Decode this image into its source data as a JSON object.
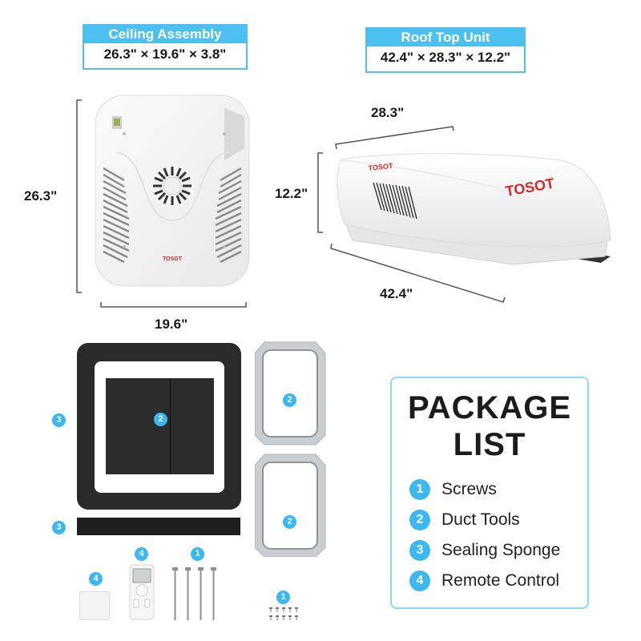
{
  "ceiling_assembly": {
    "title": "Ceiling Assembly",
    "dimensions": "26.3\" × 19.6\" × 3.8\"",
    "height_label": "26.3\"",
    "width_label": "19.6\"",
    "brand": "TOSOT"
  },
  "roof_top_unit": {
    "title": "Roof Top Unit",
    "dimensions": "42.4\" × 28.3\" × 12.2\"",
    "depth_label": "28.3\"",
    "height_label": "12.2\"",
    "length_label": "42.4\"",
    "brand": "TOSOT"
  },
  "package_list": {
    "title_line1": "PACKAGE",
    "title_line2": "LIST",
    "items": [
      {
        "num": "1",
        "label": "Screws"
      },
      {
        "num": "2",
        "label": "Duct Tools"
      },
      {
        "num": "3",
        "label": "Sealing Sponge"
      },
      {
        "num": "4",
        "label": "Remote Control"
      }
    ]
  },
  "component_badges": {
    "sponge_frame": "3",
    "duct_plate": "2",
    "sponge_strip": "3",
    "duct_frame_top": "2",
    "duct_frame_bottom": "2",
    "remote_holder": "4",
    "remote": "4",
    "long_screws": "1",
    "small_screws": "1"
  },
  "colors": {
    "accent": "#4cc1f0",
    "badge": "#3bb8f0",
    "brand_red": "#d42a2a"
  }
}
